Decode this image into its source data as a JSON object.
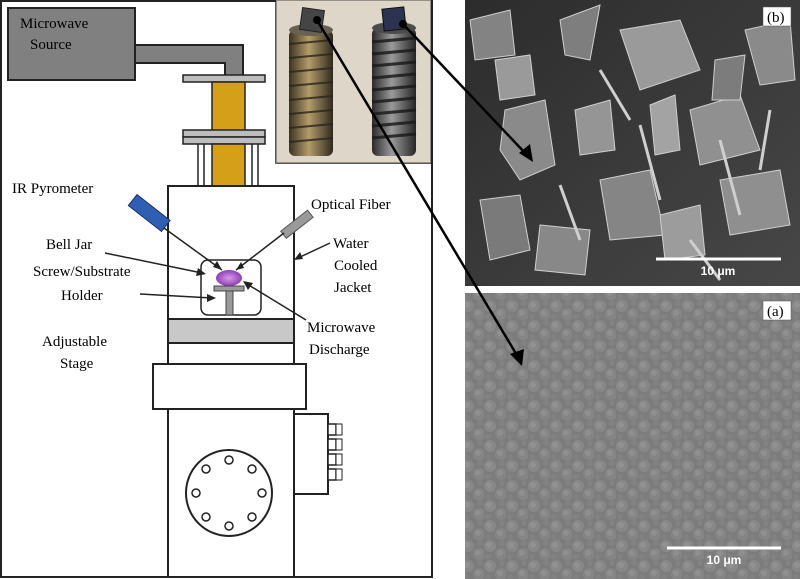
{
  "schematic": {
    "microwave_source": [
      "Microwave",
      "Source"
    ],
    "ir_pyrometer": "IR Pyrometer",
    "optical_fiber": "Optical Fiber",
    "bell_jar": "Bell Jar",
    "water_jacket": [
      "Water",
      "Cooled",
      "Jacket"
    ],
    "substrate_holder": [
      "Screw/Substrate",
      "Holder"
    ],
    "adjustable_stage": [
      "Adjustable",
      "Stage"
    ],
    "microwave_discharge": [
      "Microwave",
      "Discharge"
    ]
  },
  "sem_top": {
    "panel_label": "(b)",
    "scale_bar": "10 μm"
  },
  "sem_bottom": {
    "panel_label": "(a)",
    "scale_bar": "10 μm"
  },
  "colors": {
    "microwave_source_fill": "#808080",
    "waveguide_fill": "#d4a017",
    "pyrometer_fill": "#2f5fb3",
    "optical_fiber_fill": "#9a9a9a",
    "plasma_fill": "#9b4fc0",
    "stage_fill": "#c8c8c8",
    "sem_top_bg": "#3c3c3c",
    "sem_bottom_bg": "#7d7d7d"
  }
}
